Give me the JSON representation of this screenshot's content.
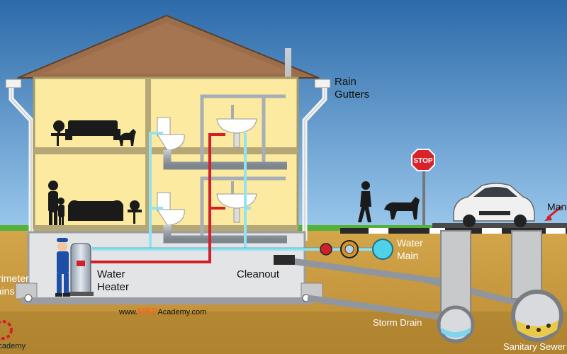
{
  "labels": {
    "rain_gutters_1": "Rain",
    "rain_gutters_2": "Gutters",
    "water_main_1": "Water",
    "water_main_2": "Main",
    "water_heater_1": "Water",
    "water_heater_2": "Heater",
    "cleanout": "Cleanout",
    "storm_drain": "Storm Drain",
    "sanitary_sewer": "Sanitary Sewer",
    "perimeter_drains_1": "Perimeter",
    "perimeter_drains_2": "Drains",
    "manhole": "Manhole",
    "stop_sign": "STOP"
  },
  "watermark": {
    "prefix": "www.",
    "brand": "MEP",
    "suffix": "Academy.com"
  },
  "logo_text": "MEP Academy",
  "colors": {
    "sky_top": "#2c6aa9",
    "sky_bottom": "#8fc0e8",
    "ground": "#c99a3e",
    "ground_dark": "#a57a2a",
    "grass": "#55b13a",
    "house_wall": "#fbeaa0",
    "roof": "#9b6d4a",
    "hot_water": "#d2202a",
    "cold_water": "#8fe3f2",
    "drain_pipe": "#a7aeb6",
    "brand_orange": "#f06a1e"
  }
}
